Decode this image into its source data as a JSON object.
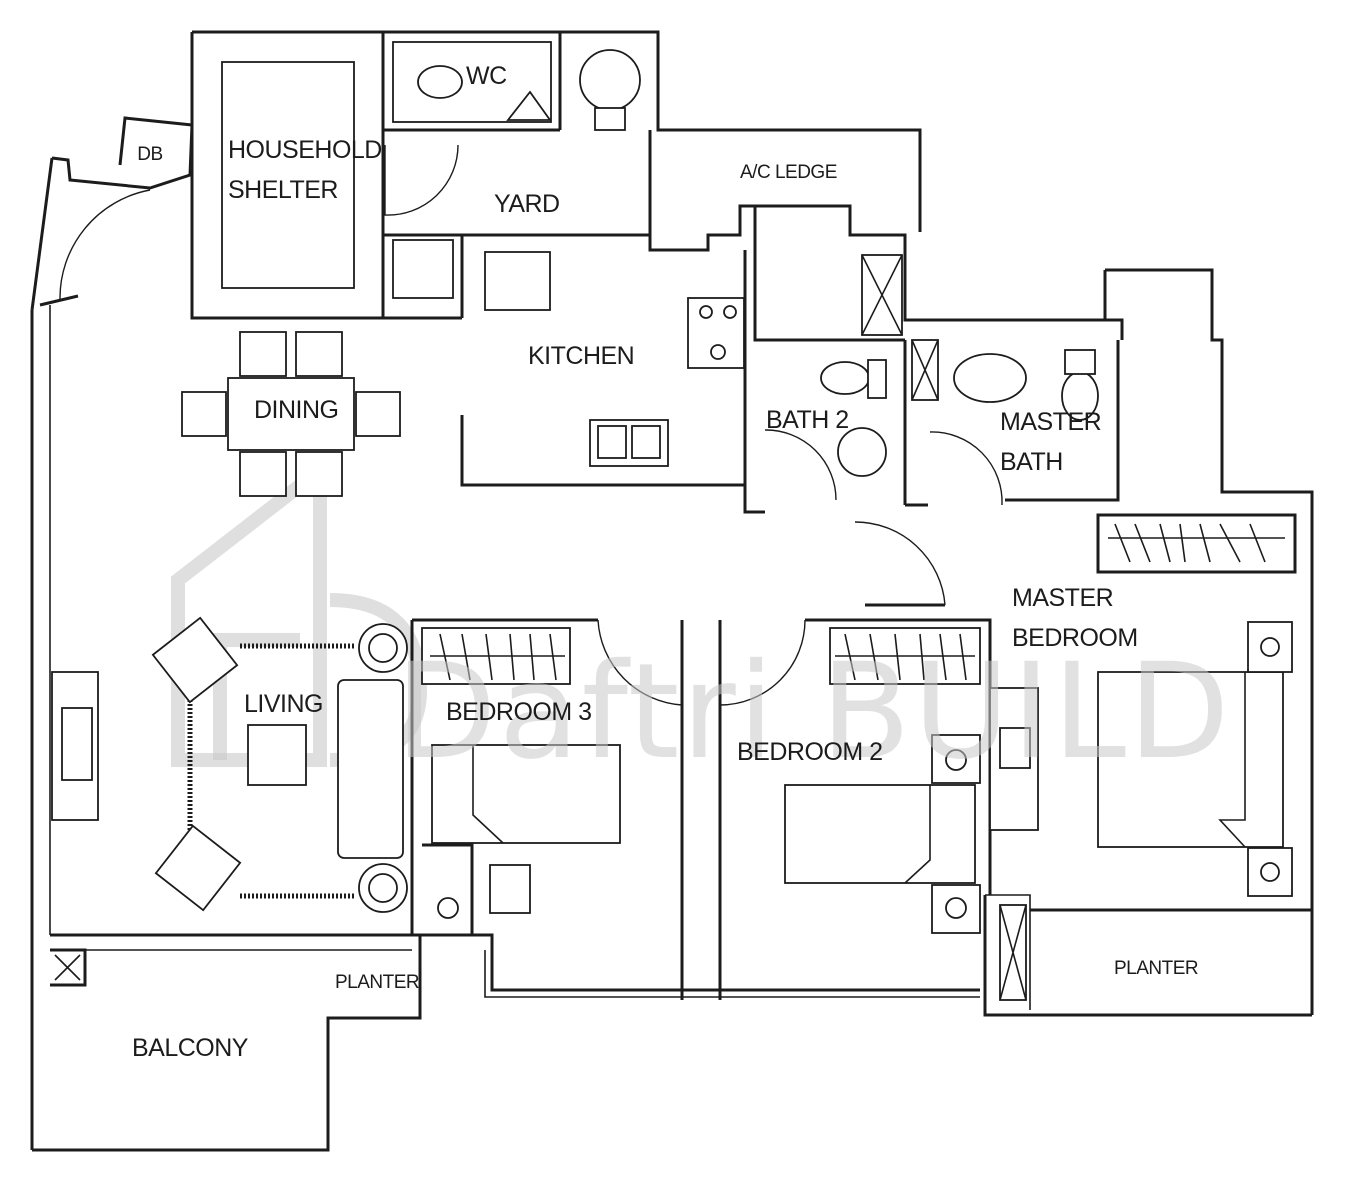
{
  "rooms": {
    "wc": "WC",
    "db": "DB",
    "household_shelter": [
      "HOUSEHOLD",
      "SHELTER"
    ],
    "yard": "YARD",
    "ac_ledge": "A/C LEDGE",
    "kitchen": "KITCHEN",
    "dining": "DINING",
    "bath2": "BATH 2",
    "master_bath": [
      "MASTER",
      "BATH"
    ],
    "master_bedroom": [
      "MASTER",
      "BEDROOM"
    ],
    "living": "LIVING",
    "bedroom3": "BEDROOM 3",
    "bedroom2": "BEDROOM 2",
    "planter_left": "PLANTER",
    "planter_right": "PLANTER",
    "balcony": "BALCONY"
  },
  "watermark": "Daftri BUILD",
  "colors": {
    "line": "#1c1c1c",
    "watermark": "#c9c9c9"
  }
}
